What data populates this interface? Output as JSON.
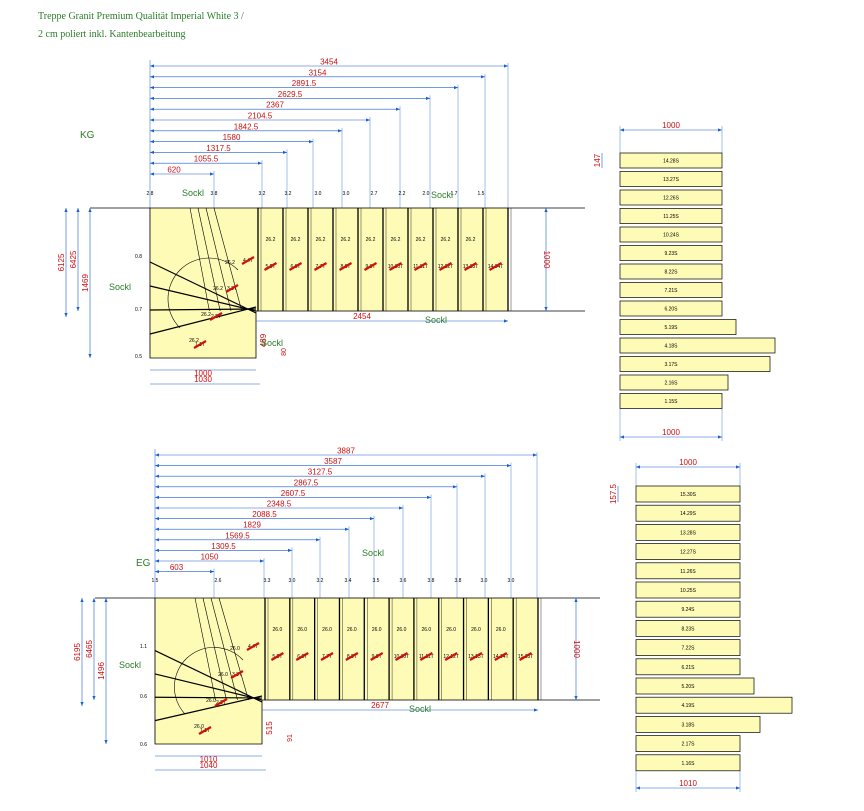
{
  "header": {
    "line1": "Treppe Granit Premium Qualität Imperial White 3 /",
    "line2": "2 cm poliert inkl. Kantenbearbeitung"
  },
  "colors": {
    "dim": "#d01010",
    "label": "#2a7d2a",
    "stone": "#fdfbb5",
    "lines": "#1a5fd0"
  },
  "kg": {
    "title": "KG",
    "top_dims": [
      "3454",
      "3154",
      "2891.5",
      "2629.5",
      "2367",
      "2104.5",
      "1842.5",
      "1580",
      "1317.5",
      "1055.5",
      "620"
    ],
    "top_marks": [
      "2.8",
      "3.8",
      "3.2",
      "3.2",
      "3.0",
      "3.0",
      "2.7",
      "2.2",
      "2.0",
      "1.7",
      "1.5"
    ],
    "sockel_labels": [
      "Sockl",
      "Sockl",
      "Sockl",
      "Sockl",
      "Sockl"
    ],
    "left_dims": [
      "6125",
      "6425",
      "1469"
    ],
    "right_dim": "1000",
    "bottom_dims": [
      "2454",
      "489",
      "1000",
      "1030",
      "80"
    ],
    "side_marks": [
      "0.8",
      "0.7",
      "0.5"
    ],
    "depths": [
      "26.2",
      "26.2",
      "26.2",
      "26.2",
      "26.2",
      "26.2",
      "26.2",
      "26.2",
      "26.2",
      "26.2",
      "26.2",
      "26.2",
      "26.2"
    ],
    "step_labels": [
      "1.1T",
      "2.2T",
      "3.3T",
      "4.4T",
      "5.5T",
      "6.6T",
      "7.7T",
      "8.8T",
      "9.9T",
      "10.10T",
      "11.11T",
      "12.12T",
      "13.13T",
      "14.14T"
    ],
    "slabs": [
      "14.28S",
      "13.27S",
      "12.26S",
      "11.25S",
      "10.24S",
      "9.23S",
      "8.22S",
      "7.21S",
      "6.20S",
      "5.19S",
      "4.18S",
      "3.17S",
      "2.16S",
      "1.15S"
    ],
    "slab_dims": [
      "1000",
      "147",
      "1000"
    ]
  },
  "eg": {
    "title": "EG",
    "top_dims": [
      "3887",
      "3587",
      "3127.5",
      "2867.5",
      "2607.5",
      "2348.5",
      "2088.5",
      "1829",
      "1569.5",
      "1309.5",
      "1050",
      "603"
    ],
    "top_marks": [
      "1.5",
      "2.6",
      "3.3",
      "3.0",
      "3.2",
      "3.4",
      "3.5",
      "3.6",
      "3.8",
      "3.8",
      "3.0",
      "3.0"
    ],
    "sockel_labels": [
      "Sockl",
      "Sockl",
      "Sockl"
    ],
    "left_dims": [
      "6195",
      "6465",
      "1496"
    ],
    "right_dim": "1000",
    "bottom_dims": [
      "2677",
      "515",
      "1010",
      "1040",
      "91"
    ],
    "side_marks": [
      "1.1",
      "0.6",
      "0.6"
    ],
    "depths": [
      "26.0",
      "26.0",
      "26.0",
      "26.0",
      "26.0",
      "26.0",
      "26.0",
      "26.0",
      "26.0",
      "26.0",
      "26.0",
      "26.0",
      "26.0",
      "26.0"
    ],
    "step_labels": [
      "1.1T",
      "2.2T",
      "3.3T",
      "4.4T",
      "5.5T",
      "6.6T",
      "7.7T",
      "8.8T",
      "9.9T",
      "10.10T",
      "11.11T",
      "12.12T",
      "13.13T",
      "14.14T",
      "15.15T"
    ],
    "slabs": [
      "15.30S",
      "14.29S",
      "13.28S",
      "12.27S",
      "11.26S",
      "10.25S",
      "9.24S",
      "8.23S",
      "7.22S",
      "6.21S",
      "5.20S",
      "4.19S",
      "3.18S",
      "2.17S",
      "1.16S"
    ],
    "slab_dims": [
      "1000",
      "157.5",
      "1010"
    ]
  }
}
